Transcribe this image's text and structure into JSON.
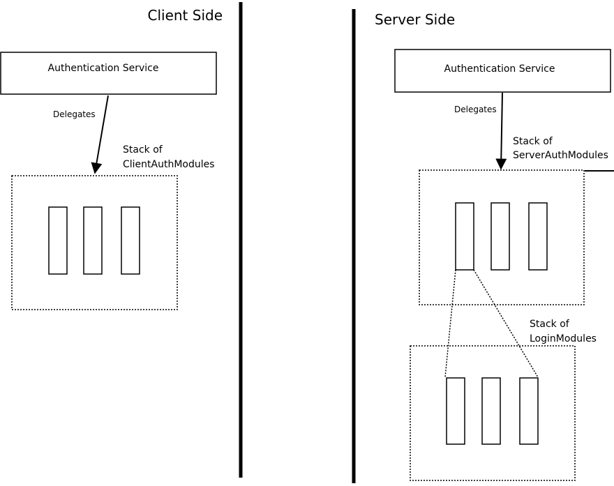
{
  "client": {
    "heading": "Client Side",
    "service_label": "Authentication Service",
    "delegates_label": "Delegates",
    "stack_label_line1": "Stack of",
    "stack_label_line2": "ClientAuthModules"
  },
  "server": {
    "heading": "Server Side",
    "service_label": "Authentication Service",
    "delegates_label": "Delegates",
    "stack_label_line1": "Stack of",
    "stack_label_line2": "ServerAuthModules",
    "login_stack_label_line1": "Stack of",
    "login_stack_label_line2": "LoginModules"
  }
}
